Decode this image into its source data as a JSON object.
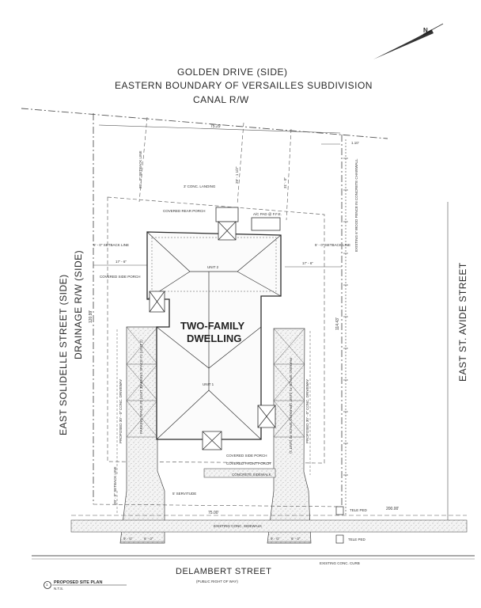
{
  "streets": {
    "top_line1": "GOLDEN DRIVE (SIDE)",
    "top_line2": "EASTERN BOUNDARY OF VERSAILLES SUBDIVISION",
    "top_line3": "CANAL R/W",
    "left_line1": "EAST SOLIDELLE STREET (SIDE)",
    "left_line2": "DRAINAGE R/W (SIDE)",
    "right": "EAST ST. AVIDE STREET",
    "bottom": "DELAMBERT STREET",
    "bottom_sub": "(PUBLIC RIGHT OF WAY)"
  },
  "building": {
    "title_line1": "TWO-FAMILY",
    "title_line2": "DWELLING",
    "unit1": "UNIT 1",
    "unit2": "UNIT 2"
  },
  "dimensions": {
    "top_width": "75.29'",
    "bottom_width": "75.00'",
    "left_depth": "120.99'",
    "right_depth": "114.43'",
    "offset_right": "1.10'",
    "rear_setback": "25' - 0\" SETBACK LINE",
    "rear_dim_a": "29' - 1 1/2\"",
    "rear_dim_b": "31' - 0\"",
    "side_setback_left": "5' - 0\" SETBACK LINE",
    "side_setback_right": "5' - 0\" SETBACK LINE",
    "side_dim_left": "17' - 6\"",
    "side_dim_right": "17' - 6\"",
    "front_setback": "20' - 0\" SETBACK LINE",
    "street_dim": "200.00'",
    "drive_dims": [
      "9' - 0\"",
      "9' - 0\"",
      "9' - 0\"",
      "9' - 0\""
    ]
  },
  "annotations": {
    "conc_landing": "3' CONC. LANDING",
    "covered_rear_porch": "COVERED REAR PORCH",
    "ac_pad": "A/C PAD @ F.F.E.",
    "covered_side_porch_1": "COVERED SIDE PORCH",
    "covered_side_porch_2": "COVERED SIDE PORCH",
    "covered_front_porch": "COVERED FRONT PORCH",
    "concrete_sidewalk": "CONCRETE SIDEWALK",
    "servitude": "5' SERVITUDE",
    "existing_sidewalk": "EXISTING CONC. SIDEWALK",
    "existing_curb": "EXISTING CONC. CURB",
    "fence": "EXISTING 6' WOOD FENCE IN CONCRETE CHAINWALL",
    "tele_ped_1": "TELE PED",
    "tele_ped_2": "TELE PED",
    "driveway_left": "PROPOSED 30' - 0\" CONC. DRIVEWAY",
    "driveway_right": "PROPOSED 30' - 0\" CONC. DRIVEWAY",
    "parking_1a": "PARKING SPACE #1 (UNIT 2)",
    "parking_2a": "PARKING SPACE #2 (UNIT 2)",
    "parking_1b": "PARKING SPACE #1 (UNIT 1)",
    "parking_2b": "PARKING SPACE #2 (UNIT 1)"
  },
  "title_block": {
    "number": "1",
    "name": "PROPOSED SITE PLAN",
    "scale": "N.T.S."
  },
  "north_arrow": {
    "letter": "N"
  }
}
